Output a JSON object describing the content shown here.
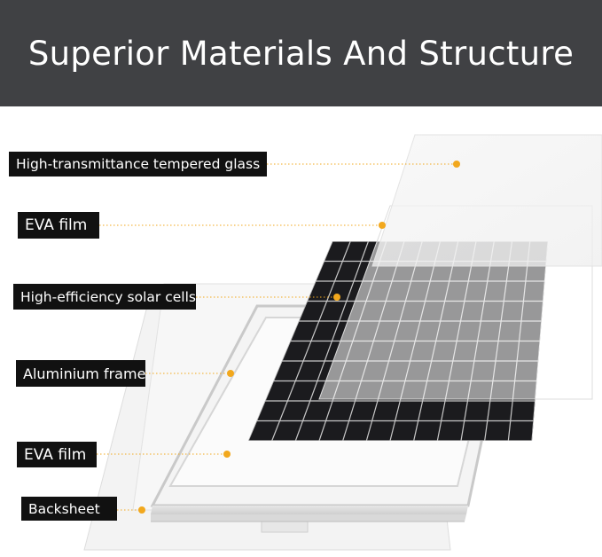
{
  "header": {
    "title": "Superior Materials And Structure"
  },
  "layers": [
    {
      "label": "High-transmittance tempered glass"
    },
    {
      "label": "EVA film"
    },
    {
      "label": "High-efficiency solar cells"
    },
    {
      "label": "Aluminium frame"
    },
    {
      "label": "EVA film"
    },
    {
      "label": "Backsheet"
    }
  ],
  "colors": {
    "header_bg": "#404144",
    "label_bg": "#111111",
    "leader_dot": "#f2a81d",
    "solar_cell": "#1b1b1e"
  }
}
